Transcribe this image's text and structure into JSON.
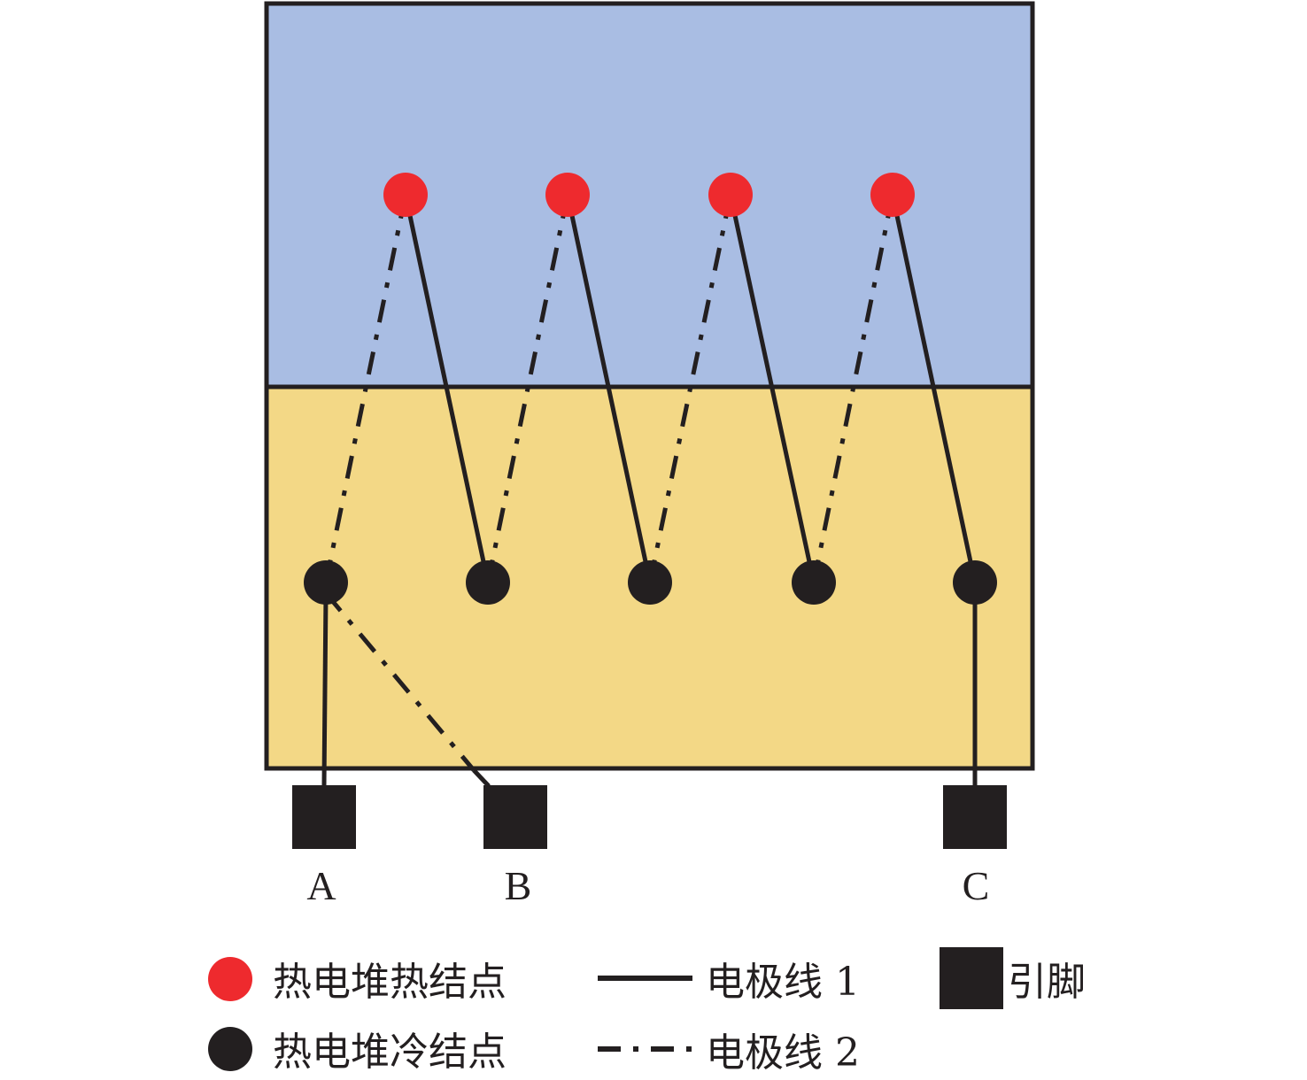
{
  "colors": {
    "hot_region": "#a9bde3",
    "cold_region": "#f3d886",
    "hot_junction": "#ee2a2e",
    "ink": "#231f20"
  },
  "pins": [
    "A",
    "B",
    "C"
  ],
  "legend": {
    "hot_junction": "热电堆热结点",
    "cold_junction": "热电堆冷结点",
    "electrode_1": "电极线 1",
    "electrode_2": "电极线 2",
    "pin": "引脚"
  }
}
